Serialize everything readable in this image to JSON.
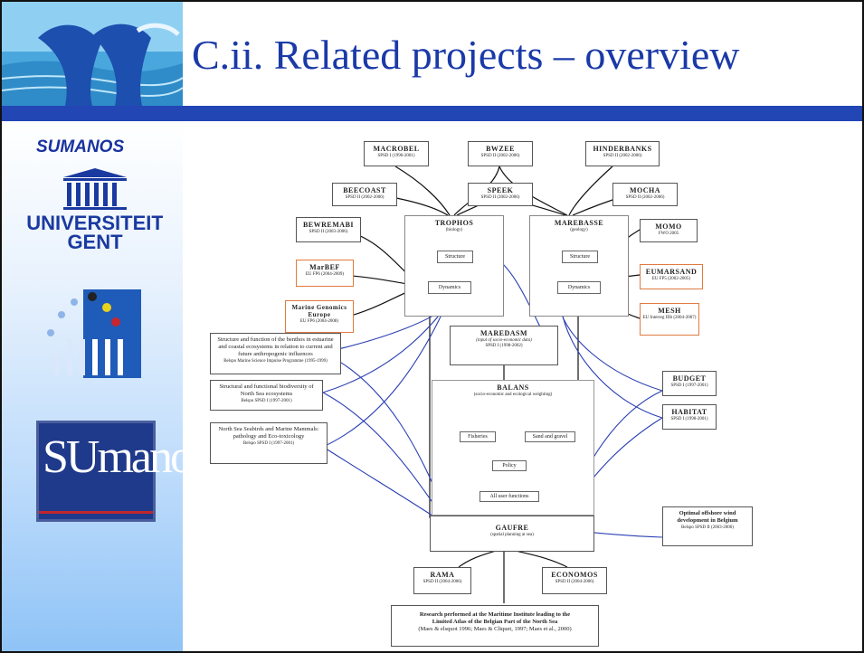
{
  "slide": {
    "title": "C.ii. Related projects – overview",
    "sidebar": {
      "sumanos_label": "SUMANOS",
      "ugent_line1": "UNIVERSITEIT",
      "ugent_line2": "GENT",
      "su_logo_text": "SUmanos"
    }
  },
  "diagram": {
    "top_row": [
      {
        "name": "MACROBEL",
        "sub": "SPSD I (1996-2001)"
      },
      {
        "name": "BWZEE",
        "sub": "SPSD II (2002-2006)"
      },
      {
        "name": "HINDERBANKS",
        "sub": "SPSD II (2002-2006)"
      }
    ],
    "second_row": [
      {
        "name": "BEECOAST",
        "sub": "SPSD II (2002-2006)"
      },
      {
        "name": "SPEEK",
        "sub": "SPSD II (2002-2006)"
      },
      {
        "name": "MOCHA",
        "sub": "SPSD II (2002-2006)"
      }
    ],
    "left_projects": [
      {
        "name": "BEWREMABI",
        "sub": "SPSD II (2003-2006)"
      },
      {
        "name": "MarBEF",
        "sub": "EU FP6 (2004-2009)"
      },
      {
        "name": "Marine Genomics Europe",
        "sub": "EU FP6 (2004-2008)"
      }
    ],
    "right_projects": [
      {
        "name": "MOMO",
        "sub": "FWO 2005"
      },
      {
        "name": "EUMARSAND",
        "sub": "EU FP5 (2002-2005)"
      },
      {
        "name": "MESH",
        "sub": "EU Interreg IIIb (2004-2007)"
      }
    ],
    "trophos": {
      "name": "TROPHOS",
      "sub": "(biology)",
      "structure": "Structure",
      "dynamics": "Dynamics"
    },
    "marebasse": {
      "name": "MAREBASSE",
      "sub": "(geology)",
      "structure": "Structure",
      "dynamics": "Dynamics"
    },
    "maredasm": {
      "name": "MAREDASM",
      "line2": "(input of socio-economic data)",
      "line3": "SPSD I (1998-2002)"
    },
    "balans": {
      "name": "BALANS",
      "sub": "(socio-economic and ecological weighting)",
      "fisheries": "Fisheries",
      "sand": "Sand and gravel",
      "policy": "Policy",
      "all_uses": "All user functions"
    },
    "gaufre": {
      "name": "GAUFRE",
      "sub": "(spatial planning at sea)"
    },
    "left_studies": [
      {
        "text": "Structure and function of the benthos in estuarine and coastal ecosystems in relation to current and future anthropogenic influences",
        "sub": "Belspo Marine Science Impulse Programme (1995-1999)"
      },
      {
        "text": "Structural and functional biodiversity of North Sea ecosystems",
        "sub": "Belspo SPSD I (1997-2001)"
      },
      {
        "text": "North Sea Seabirds and Marine Mammals: pathology and Eco-toxicology",
        "sub": "Belspo SPSD I (1997-2001)"
      }
    ],
    "right_side": [
      {
        "name": "BUDGET",
        "sub": "SPSD I (1997-2001)"
      },
      {
        "name": "HABITAT",
        "sub": "SPSD I (1998-2001)"
      }
    ],
    "offshore": {
      "text": "Optimal offshore wind development in Belgium",
      "sub": "Belspo SPSD II (2003-2006)"
    },
    "bottom_row": [
      {
        "name": "RAMA",
        "sub": "SPSD II (2004-2006)"
      },
      {
        "name": "ECONOMOS",
        "sub": "SPSD II (2004-2006)"
      }
    ],
    "bottom_note": {
      "line1": "Research performed at the Maritime Institute leading to the",
      "line2": "Limited Atlas of the Belgian Part of the North Sea",
      "line3": "(Maes & elsquot 1996; Maes & Cliquet, 1997; Maes et al., 2000)"
    }
  }
}
